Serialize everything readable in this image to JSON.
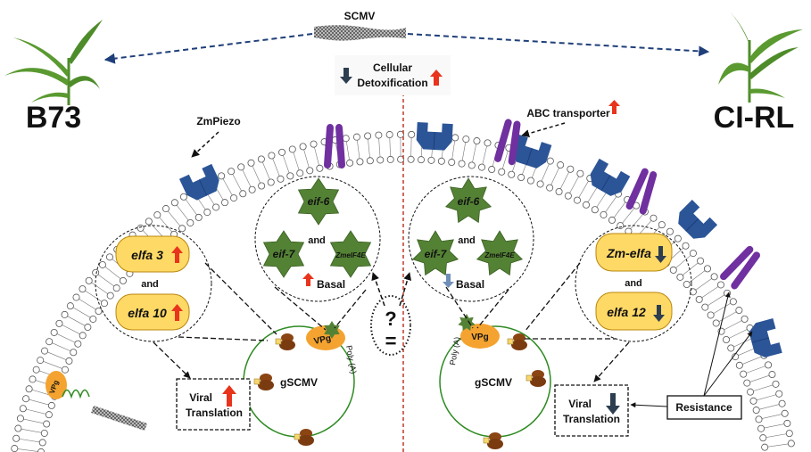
{
  "virus": {
    "label": "SCMV"
  },
  "plants": {
    "left": {
      "label": "B73"
    },
    "right": {
      "label": "CI-RL"
    }
  },
  "detox": {
    "line1": "Cellular",
    "line2": "Detoxification",
    "left_trend": "down",
    "right_trend": "up"
  },
  "labels": {
    "piezo": "ZmPiezo",
    "abc": "ABC transporter",
    "and": "and",
    "basal": "Basal",
    "question": "?",
    "equal": "=",
    "vpg": "VPg",
    "polya": "Poly (A)",
    "gscmv": "gSCMV",
    "resistance": "Resistance"
  },
  "left": {
    "elfa": [
      {
        "name": "elfa 3",
        "trend": "up"
      },
      {
        "name": "elfa 10",
        "trend": "up"
      }
    ],
    "eif": [
      "eif-6",
      "eif-7",
      "ZmeIF4E"
    ],
    "basal_trend": "up",
    "translation": {
      "line1": "Viral",
      "line2": "Translation",
      "trend": "up"
    }
  },
  "right": {
    "elfa": [
      {
        "name": "Zm-elfa",
        "trend": "down"
      },
      {
        "name": "elfa 12",
        "trend": "down"
      }
    ],
    "eif": [
      "eif-6",
      "eif-7",
      "ZmeIF4E"
    ],
    "basal_trend": "down",
    "translation": {
      "line1": "Viral",
      "line2": "Translation",
      "trend": "down"
    }
  },
  "colors": {
    "up_arrow": "#e8341c",
    "down_arrow": "#2c3e50",
    "membrane_protein_blue": "#2b5597",
    "membrane_protein_purple": "#7030a0",
    "eif_star": "#548235",
    "elfa_box": "#ffd966",
    "vpg": "#f4a330",
    "connector_blue": "#1f3f7a",
    "divider_red": "#c0392b"
  }
}
